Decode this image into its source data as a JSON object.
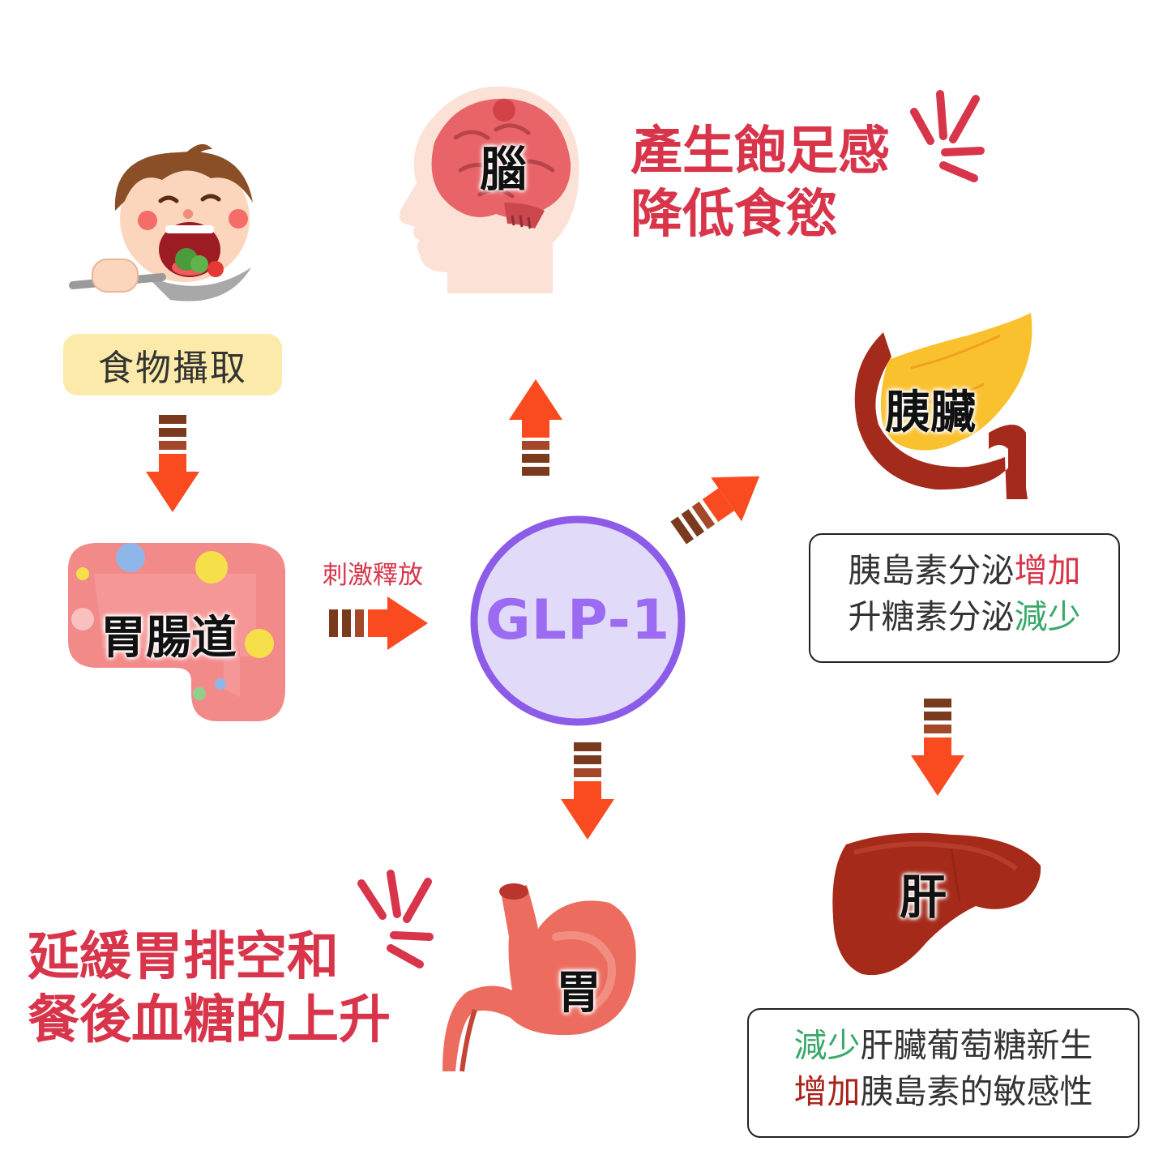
{
  "food": {
    "label": "食物攝取"
  },
  "gut": {
    "label": "胃腸道"
  },
  "stimulus": {
    "label": "刺激釋放"
  },
  "glp1": {
    "label": "GLP-1"
  },
  "brain": {
    "label": "腦",
    "effect_line1": "產生飽足感",
    "effect_line2": "降低食慾"
  },
  "pancreas": {
    "label": "胰臟",
    "line1": {
      "a": "胰島素分泌",
      "b": "增加"
    },
    "line2": {
      "a": "升糖素分泌",
      "b": "減少"
    }
  },
  "liver": {
    "label": "肝",
    "line1": {
      "a": "減少",
      "b": "肝臟葡萄糖新生"
    },
    "line2": {
      "a": "增加",
      "b": "胰島素的敏感性"
    }
  },
  "stomach": {
    "label": "胃",
    "effect_line1": "延緩胃排空和",
    "effect_line2": "餐後血糖的上升"
  },
  "colors": {
    "arrow": "#fa4a1f",
    "arrow_stripe": "#7a3a1e",
    "headline": "#d8344a",
    "increase": "#d8344a",
    "decrease": "#3aa86b",
    "glp_ring": "#8c5ce8",
    "glp_fill": "#e1daf9"
  }
}
